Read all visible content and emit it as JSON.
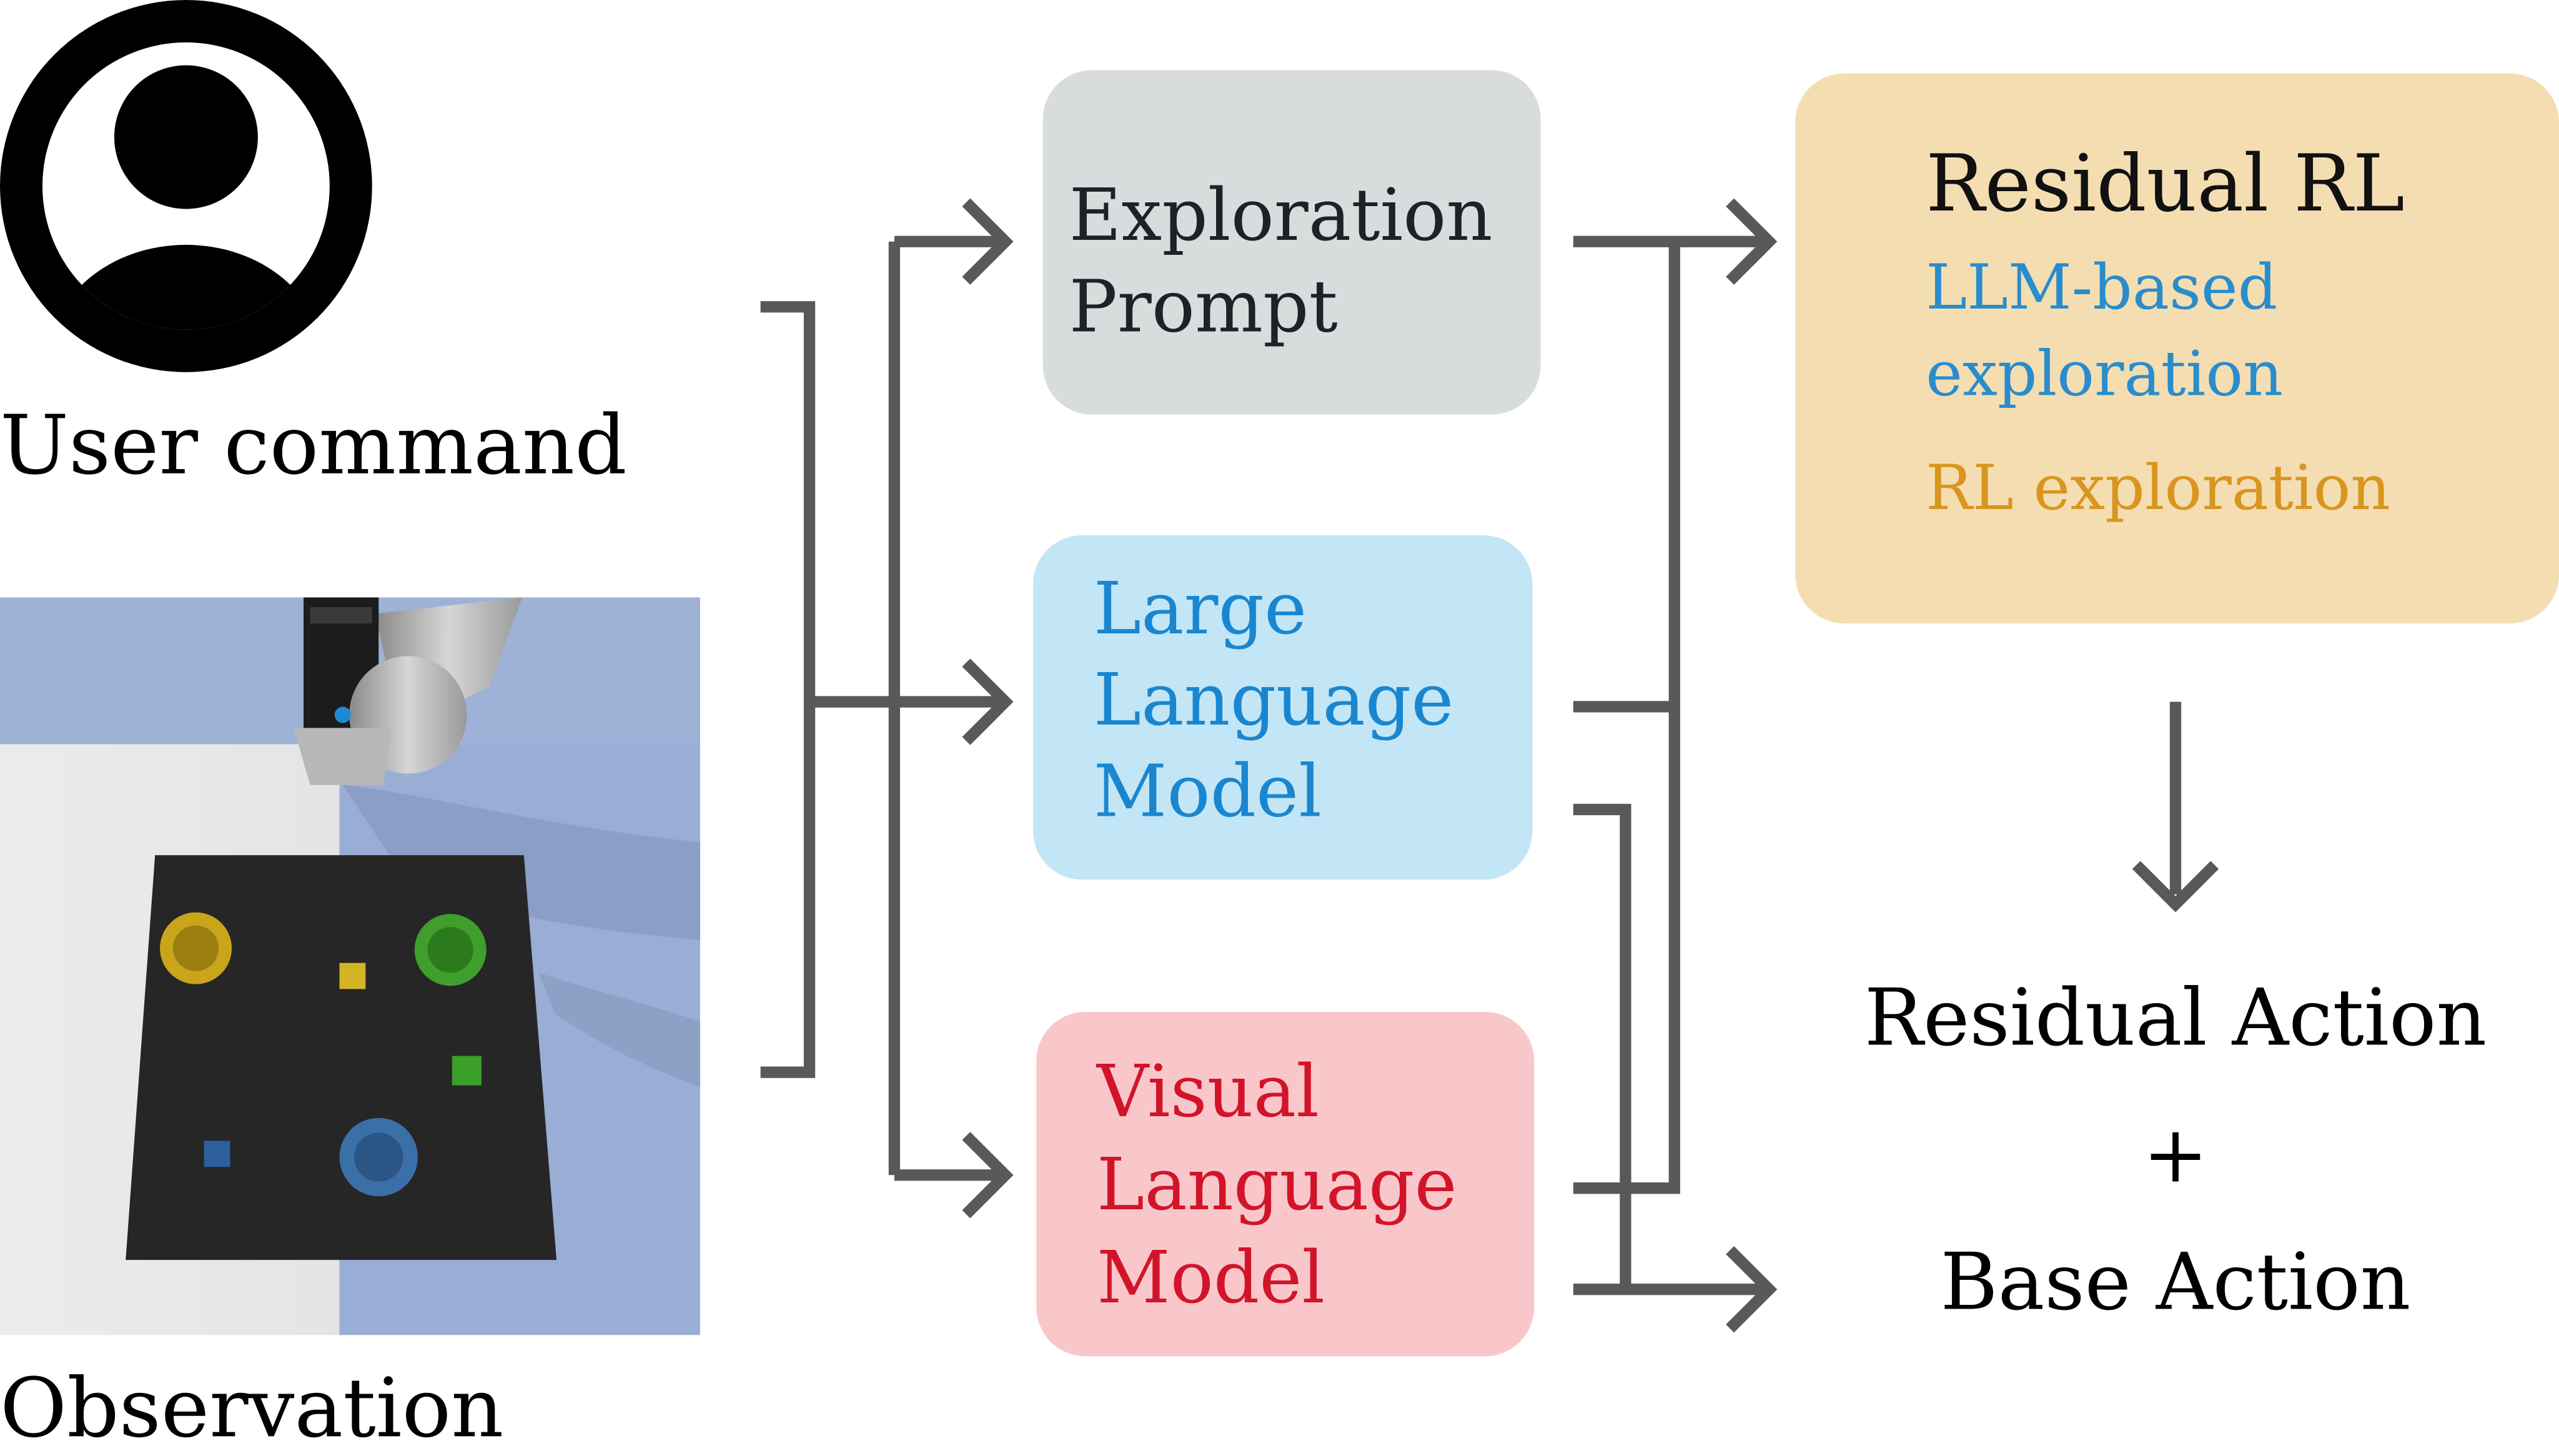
{
  "user": {
    "caption": "User command",
    "icon": "user-icon"
  },
  "observation": {
    "caption": "Observation",
    "image": "robot-arm-tabletop-scene"
  },
  "boxes": {
    "exploration_prompt": {
      "line1": "Exploration",
      "line2": "Prompt",
      "fill": "#d8dcdd",
      "text_color": "#1c2228"
    },
    "llm": {
      "line1": "Large",
      "line2": "Language",
      "line3": "Model",
      "fill": "#c2e6f6",
      "text_color": "#1a86cf"
    },
    "vlm": {
      "line1": "Visual",
      "line2": "Language",
      "line3": "Model",
      "fill": "#f9c7ca",
      "text_color": "#d2142a"
    },
    "residual_rl": {
      "title": "Residual RL",
      "llm_exploration_line1": "LLM-based",
      "llm_exploration_line2": "exploration",
      "rl_exploration": "RL exploration",
      "fill": "#f4deb1",
      "title_color": "#111111",
      "llm_exploration_color": "#2a8ccc",
      "rl_exploration_color": "#d9951f"
    }
  },
  "output": {
    "residual_action": "Residual Action",
    "plus": "+",
    "base_action": "Base Action"
  },
  "colors": {
    "connector": "#595959"
  }
}
